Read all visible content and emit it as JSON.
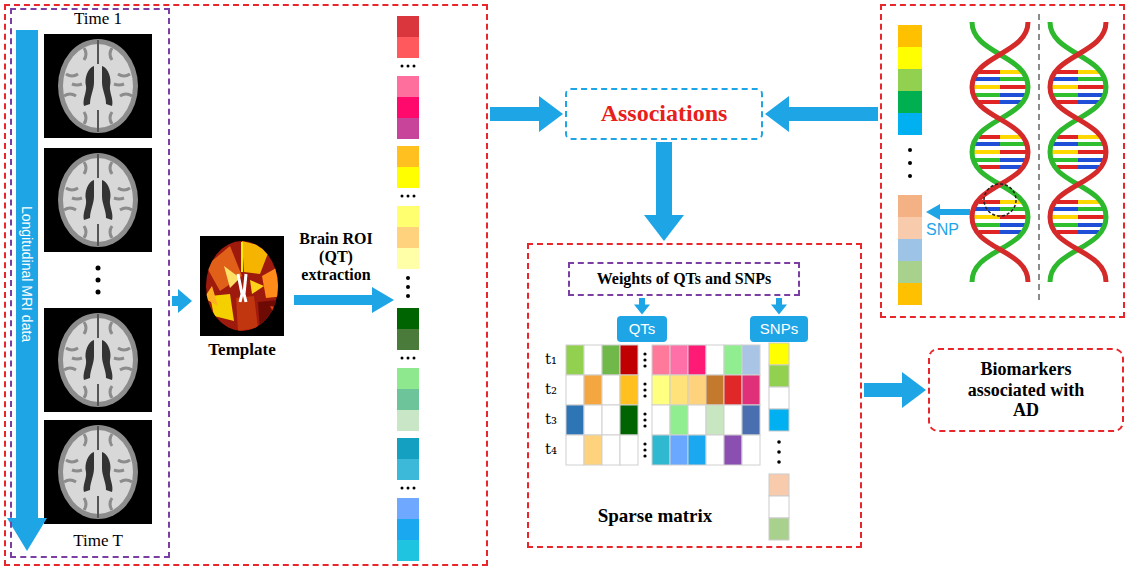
{
  "diagram": {
    "nodes": [
      {
        "text": []
      },
      {
        "text": [
          "Time 1",
          "Longitudinal MRI data",
          "Time T"
        ],
        "in": 0
      },
      {
        "text": [
          "Template"
        ],
        "in": 0
      },
      {
        "text": [
          "Associations"
        ]
      },
      {
        "text": [
          "SNP"
        ]
      },
      {
        "text": [
          "Sparse matrix"
        ]
      },
      {
        "text": [
          "Weights of QTs and SNPs"
        ],
        "in": 5
      },
      {
        "text": [
          "QTs"
        ],
        "in": 5
      },
      {
        "text": [
          "SNPs"
        ],
        "in": 5
      },
      {
        "text": [
          "Biomarkers associated with AD"
        ]
      }
    ],
    "edges": [
      {
        "from": 1,
        "to": 2,
        "arrow": "to"
      },
      {
        "from": 0,
        "to": 3,
        "arrow": "to"
      },
      {
        "from": 4,
        "to": 3,
        "arrow": "to"
      },
      {
        "from": 3,
        "to": 5,
        "arrow": "to"
      },
      {
        "from": 6,
        "to": 7,
        "arrow": "to"
      },
      {
        "from": 6,
        "to": 8,
        "arrow": "to"
      },
      {
        "from": 5,
        "to": 9,
        "arrow": "to"
      }
    ],
    "labels": [
      "Brain ROI (QT) extraction",
      "t₁",
      "t₂",
      "t₃",
      "t₄"
    ]
  }
}
